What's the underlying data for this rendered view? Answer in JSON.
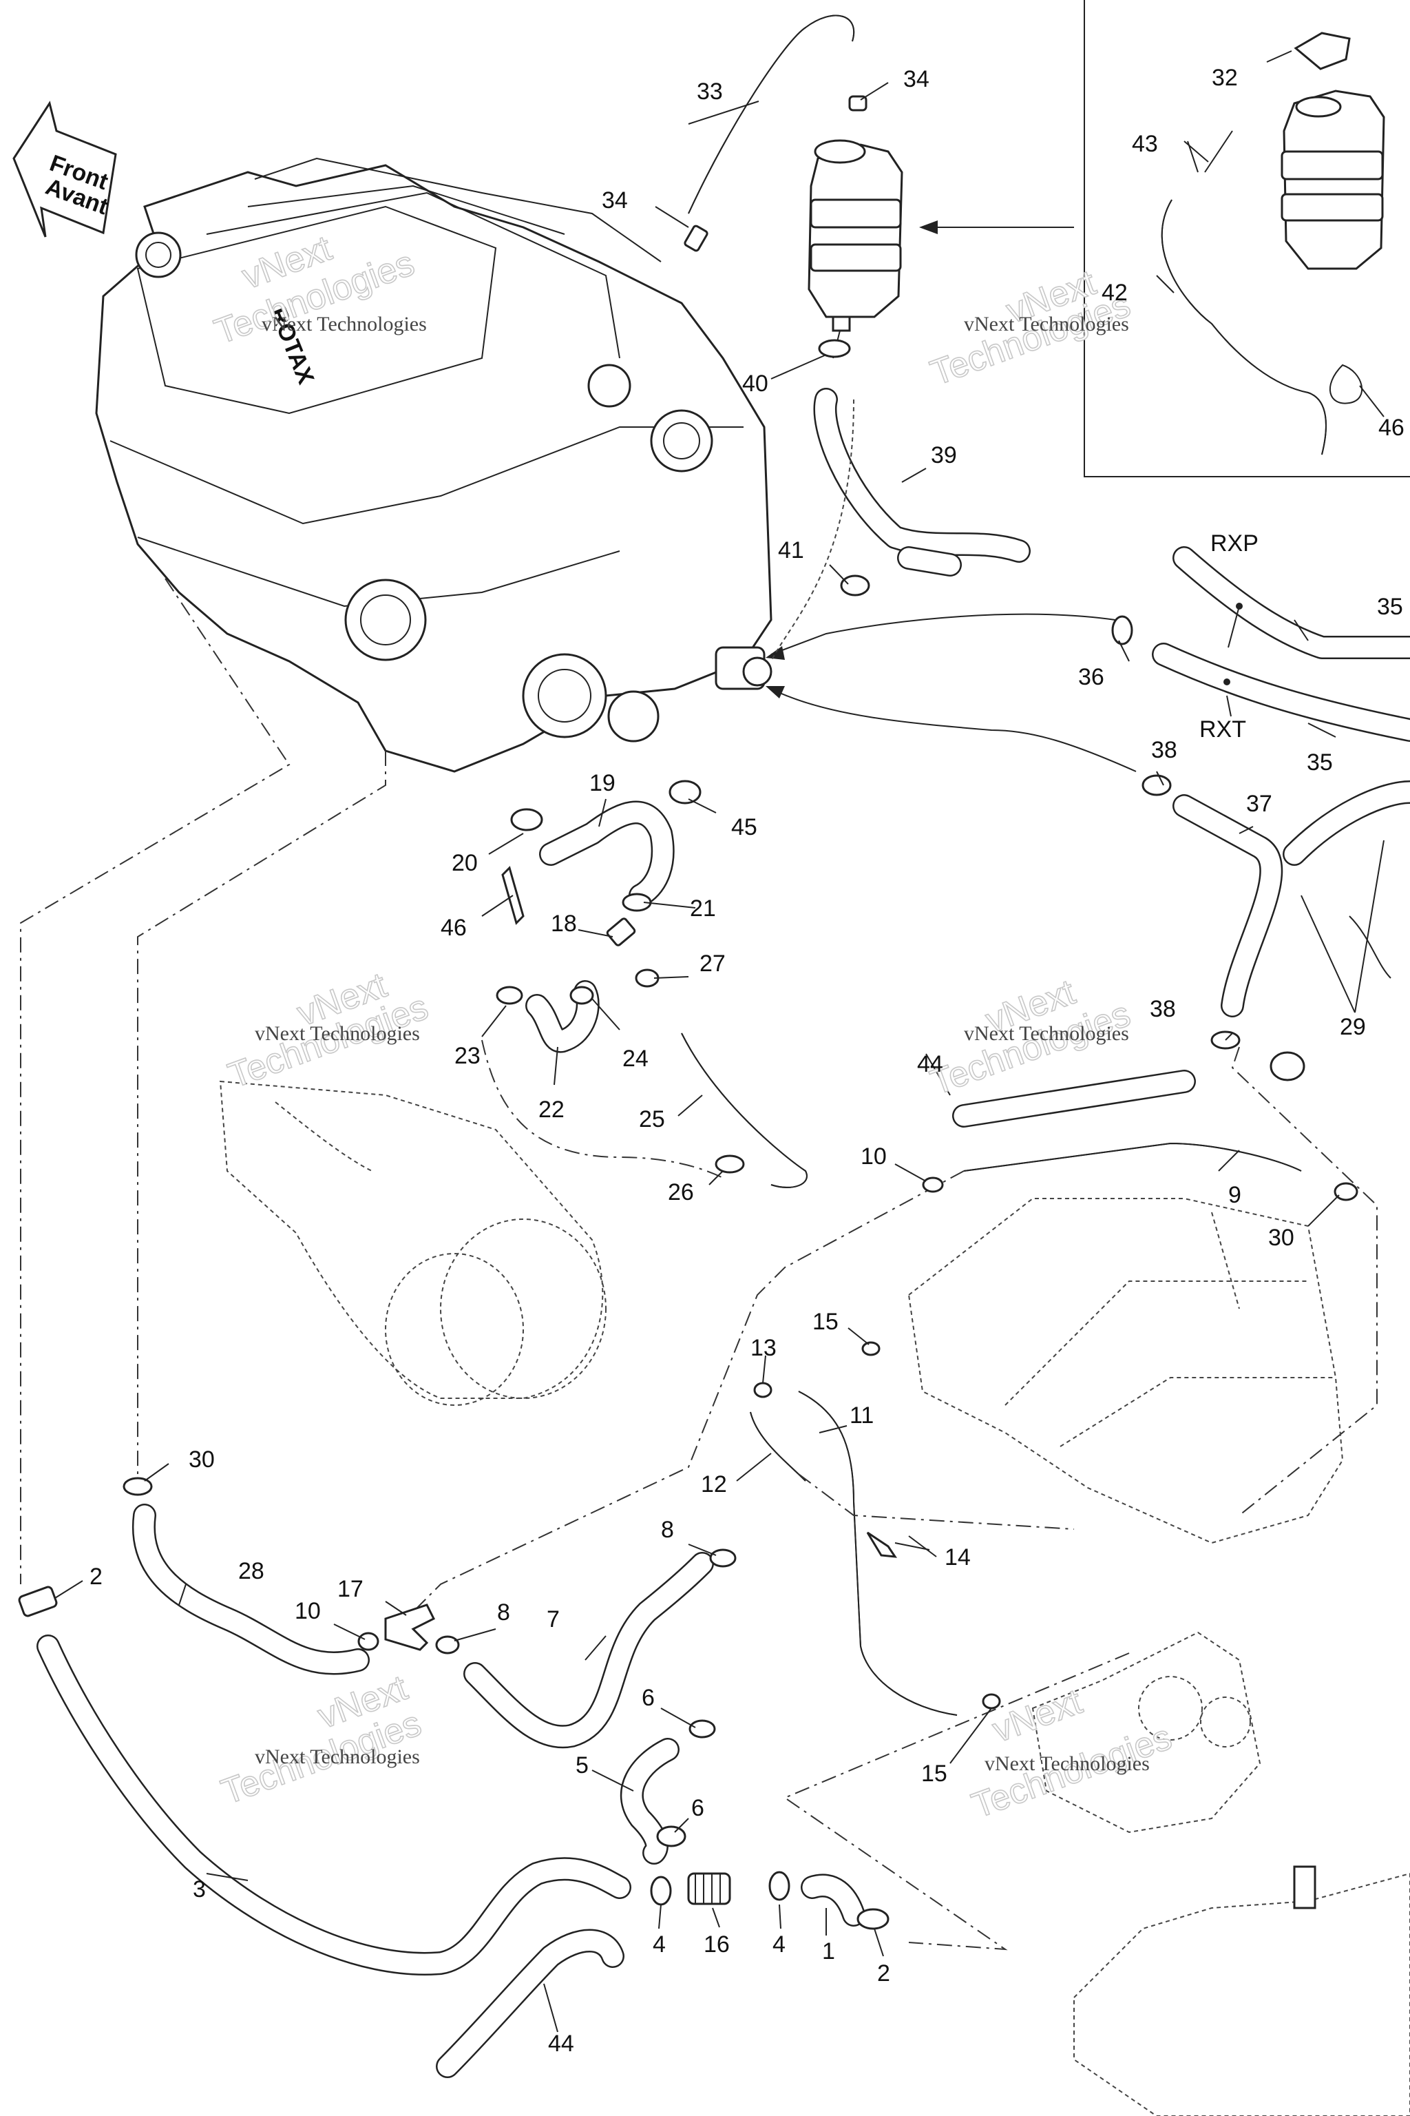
{
  "front_arrow": {
    "line1": "Front",
    "line2": "Avant"
  },
  "watermark": {
    "company_small": "vNext Technologies",
    "company_big": "Technologies",
    "vnext_big": "vNext"
  },
  "labels": {
    "rxp": "RXP",
    "rxt": "RXT",
    "engine_brand": "ROTAX"
  },
  "callouts": [
    "1",
    "2",
    "3",
    "4",
    "5",
    "6",
    "7",
    "8",
    "9",
    "10",
    "11",
    "12",
    "13",
    "14",
    "15",
    "16",
    "17",
    "18",
    "19",
    "20",
    "21",
    "22",
    "23",
    "24",
    "25",
    "26",
    "27",
    "28",
    "29",
    "30",
    "32",
    "33",
    "34",
    "35",
    "36",
    "37",
    "38",
    "39",
    "40",
    "41",
    "42",
    "43",
    "44",
    "45",
    "46"
  ]
}
